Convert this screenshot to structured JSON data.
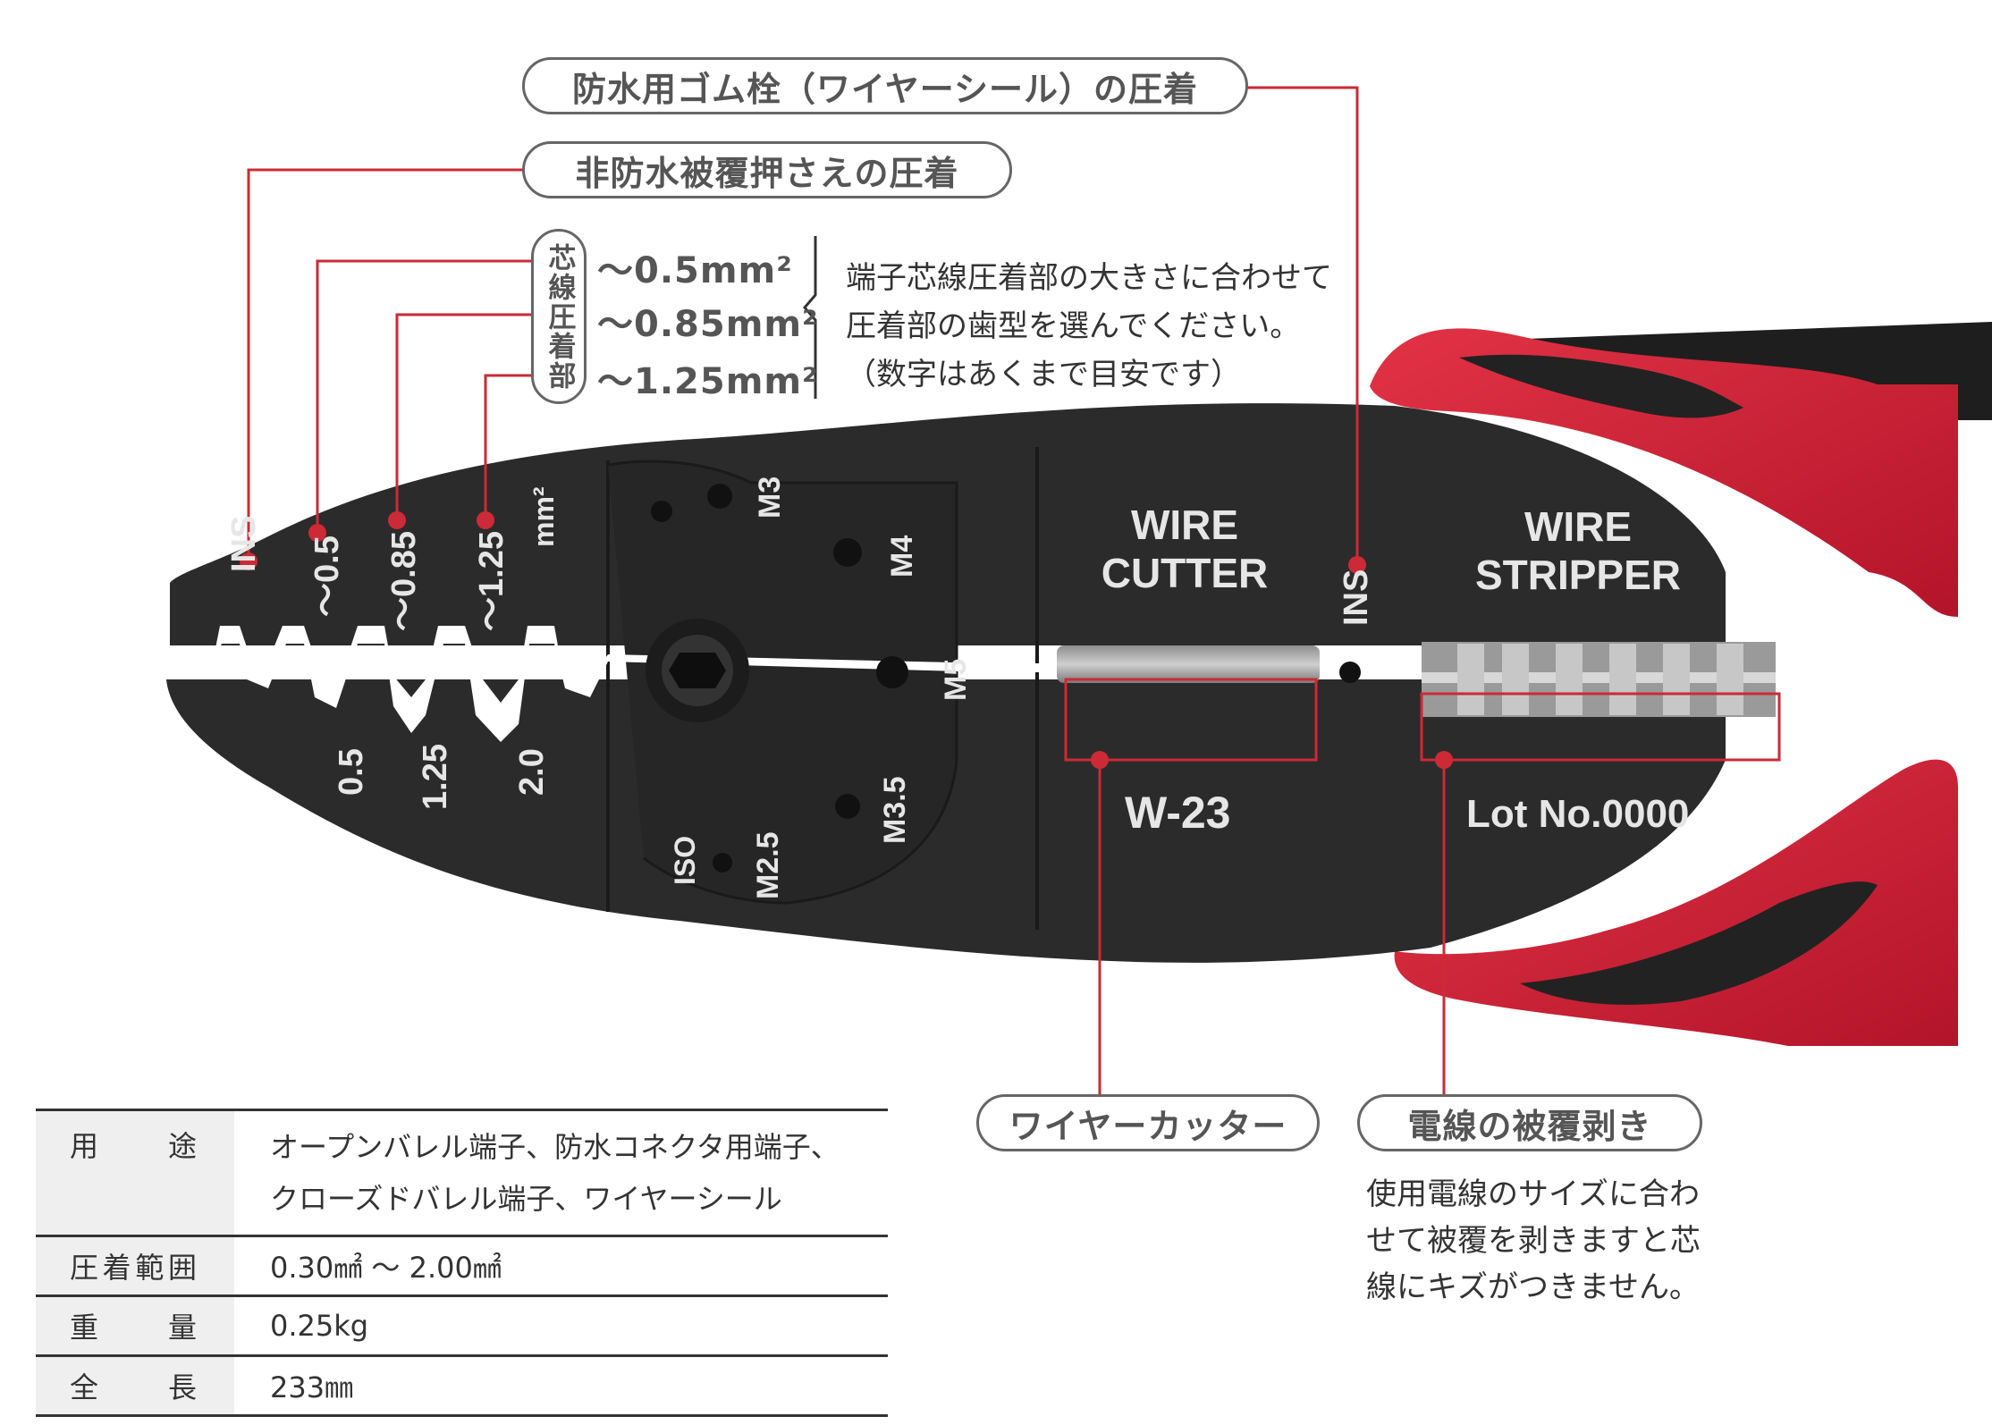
{
  "callouts": {
    "waterproof_seal": "防水用ゴム栓（ワイヤーシール）の圧着",
    "non_waterproof_cover": "非防水被覆押さえの圧着",
    "wire_cutter": "ワイヤーカッター",
    "wire_strip": "電線の被覆剥き"
  },
  "core_crimp": {
    "label": "芯線圧着部",
    "ranges": [
      "～0.5mm²",
      "～0.85mm²",
      "～1.25mm²"
    ]
  },
  "note": {
    "lines": [
      "端子芯線圧着部の大きさに合わせて",
      "圧着部の歯型を選んでください。",
      "（数字はあくまで目安です）"
    ]
  },
  "strip_description": {
    "lines": [
      "使用電線のサイズに合わ",
      "せて被覆を剥きますと芯",
      "線にキズがつきません。"
    ]
  },
  "tool_markings": {
    "ins_left": "INS",
    "top_sizes": [
      "～0.5",
      "～0.85",
      "～1.25"
    ],
    "unit": "mm²",
    "bottom_sizes": [
      "0.5",
      "1.25",
      "2.0"
    ],
    "screw_sizes": [
      "M3",
      "M4",
      "M5",
      "M3.5",
      "M2.5"
    ],
    "iso": "ISO",
    "wire_cutter": [
      "WIRE",
      "CUTTER"
    ],
    "ins_right": "INS",
    "wire_stripper": [
      "WIRE",
      "STRIPPER"
    ],
    "model": "W-23",
    "lot": "Lot No.0000"
  },
  "spec_table": [
    {
      "key": "用途",
      "values": [
        "オープンバレル端子、防水コネクタ用端子、",
        "クローズドバレル端子、ワイヤーシール"
      ]
    },
    {
      "key": "圧着範囲",
      "values": [
        "0.30㎟ ～ 2.00㎟"
      ]
    },
    {
      "key": "重量",
      "values": [
        "0.25kg"
      ]
    },
    {
      "key": "全長",
      "values": [
        "233㎜"
      ]
    }
  ],
  "colors": {
    "accent_red": "#d0202e",
    "handle_red": "#d21f35",
    "tool_body": "#2b2b2b",
    "leader": "#cc2a36"
  }
}
